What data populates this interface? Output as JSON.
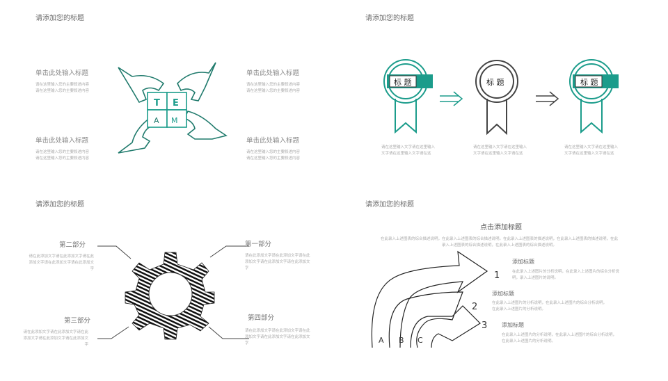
{
  "colors": {
    "teal": "#1b9c8b",
    "dark": "#3c3c3c",
    "text": "#6b6b6b"
  },
  "panels": [
    {
      "title": "请添加您的标题",
      "puzzle_letters": [
        "T",
        "E",
        "A",
        "M"
      ],
      "items": [
        {
          "heading": "单击此处输入标题",
          "desc": "请在这里输入您的主要叙述内容 请在这里输入您的主要叙述内容"
        },
        {
          "heading": "单击此处输入标题",
          "desc": "请在这里输入您的主要叙述内容 请在这里输入您的主要叙述内容"
        },
        {
          "heading": "单击此处输入标题",
          "desc": "请在这里输入您的主要叙述内容 请在这里输入您的主要叙述内容"
        },
        {
          "heading": "单击此处输入标题",
          "desc": "请在这里输入您的主要叙述内容 请在这里输入您的主要叙述内容"
        }
      ]
    },
    {
      "title": "请添加您的标题",
      "badges": [
        {
          "label": "标 题",
          "desc": "请在这里输入文字请在这里输入文字请在这里输入文字请在这"
        },
        {
          "label": "标 题",
          "desc": "请在这里输入文字请在这里输入文字请在这里输入文字请在这"
        },
        {
          "label": "标 题",
          "desc": "请在这里输入文字请在这里输入文字请在这里输入文字请在这"
        }
      ]
    },
    {
      "title": "请添加您的标题",
      "parts": [
        {
          "heading": "第一部分",
          "desc": "请在此添加文字请在此添加文字请在此添加文字请在此添加文字请在此添加文字"
        },
        {
          "heading": "第二部分",
          "desc": "请在此添加文字请在此添加文字请在此添加文字请在此添加文字请在此添加文字"
        },
        {
          "heading": "第三部分",
          "desc": "请在此添加文字请在此添加文字请在此添加文字请在此添加文字请在此添加文字"
        },
        {
          "heading": "第四部分",
          "desc": "请在此添加文字请在此添加文字请在此添加文字请在此添加文字请在此添加文字"
        }
      ]
    },
    {
      "title": "请添加您的标题",
      "main_heading": "点击添加标题",
      "main_desc": "在此录入上述图表的综合描述说明，在此录入上述图表的综合描述说明。在此录入上述图表的描述说明，在此录入上述图表的描述说明，在此录入上述图表的综合描述说明，在此录入上述图表的综合描述说明。",
      "arrow_labels": [
        "A",
        "B",
        "C"
      ],
      "numbers": [
        "1",
        "2",
        "3"
      ],
      "items": [
        {
          "heading": "添加标题",
          "desc": "在此录入上述图片的分析说明，在此录入上述图片的综合分析说明，录入上述图片的说明。"
        },
        {
          "heading": "添加标题",
          "desc": "在此录入上述图片的分析说明，在此录入上述图片的综合分析说明，在此录入上述图片的分析说明。"
        },
        {
          "heading": "添加标题",
          "desc": "在此录入上述图片的分析说明，在此录入上述图片的综合分析说明，在此录入上述图片的分析说明。"
        }
      ]
    }
  ]
}
